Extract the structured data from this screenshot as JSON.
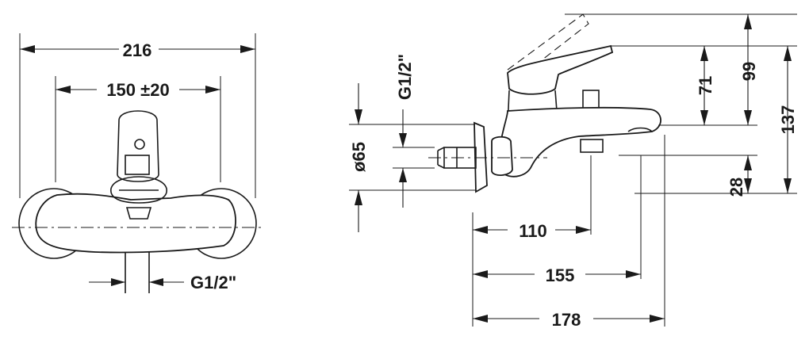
{
  "front_view": {
    "width_label": "216",
    "spacing_label": "150 ±20",
    "thread_label": "G1/2\""
  },
  "side_view": {
    "thread_label": "G1/2\"",
    "diameter_label": "ø65",
    "depth_110_label": "110",
    "depth_155_label": "155",
    "depth_178_label": "178",
    "height_71_label": "71",
    "height_99_label": "99",
    "height_137_label": "137",
    "height_28_label": "28"
  }
}
